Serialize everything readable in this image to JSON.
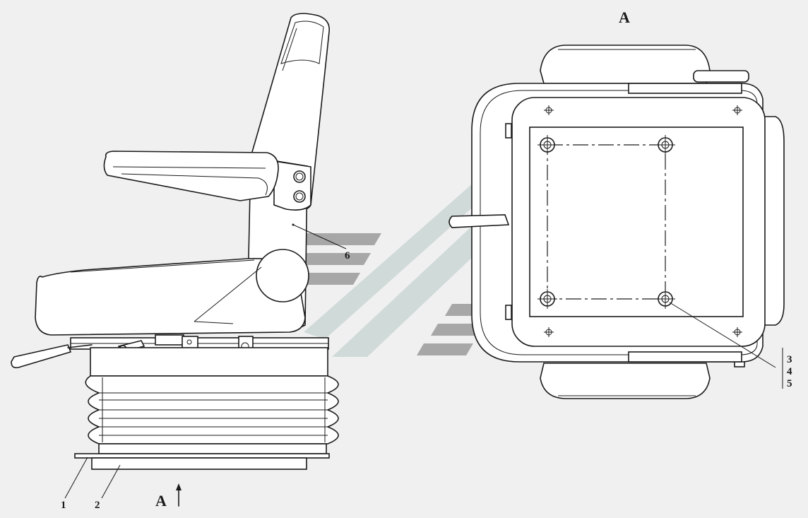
{
  "view_label": "A",
  "view_arrow_label": "A",
  "callouts": [
    "1",
    "2",
    "3",
    "4",
    "5",
    "6"
  ],
  "colors": {
    "background": "#f0f0f0",
    "line": "#1a1a1a",
    "watermark": "#9a9a9a"
  }
}
